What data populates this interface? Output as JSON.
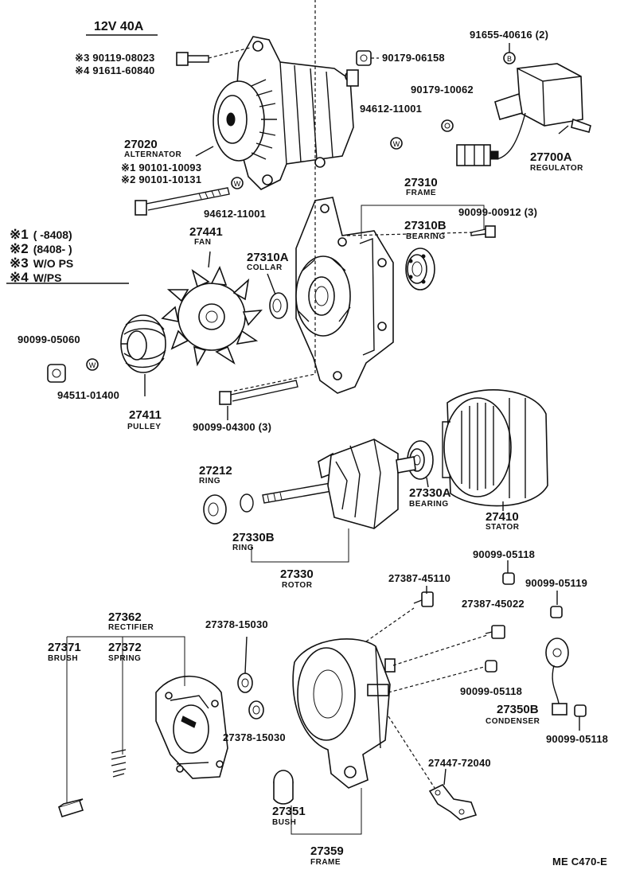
{
  "title": "12V 40A",
  "footer": "ME C470-E",
  "notes": [
    {
      "mark": "※1",
      "text": "(      -8408)"
    },
    {
      "mark": "※2",
      "text": "(8408-       )"
    },
    {
      "mark": "※3",
      "text": "W/O PS"
    },
    {
      "mark": "※4",
      "text": "W/PS"
    }
  ],
  "parts": {
    "p_90119_08023": "※3 90119-08023",
    "p_91611_60840": "※4 91611-60840",
    "p_90179_06158": "90179-06158",
    "p_91655_40616": "91655-40616 (2)",
    "p_90179_10062": "90179-10062",
    "p_94612_11001_a": "94612-11001",
    "p_27020": "27020",
    "n_27020": "ALTERNATOR",
    "p_90101_10093": "※1 90101-10093",
    "p_90101_10131": "※2 90101-10131",
    "p_27700A": "27700A",
    "n_27700A": "REGULATOR",
    "p_94612_11001_b": "94612-11001",
    "p_27310": "27310",
    "n_27310": "FRAME",
    "p_90099_00912": "90099-00912 (3)",
    "p_27310B": "27310B",
    "n_27310B": "BEARING",
    "p_27441": "27441",
    "n_27441": "FAN",
    "p_27310A": "27310A",
    "n_27310A": "COLLAR",
    "p_90099_05060": "90099-05060",
    "p_94511_01400": "94511-01400",
    "p_27411": "27411",
    "n_27411": "PULLEY",
    "p_90099_04300": "90099-04300 (3)",
    "p_27212": "27212",
    "n_27212": "RING",
    "p_27330A": "27330A",
    "n_27330A": "BEARING",
    "p_27410": "27410",
    "n_27410": "STATOR",
    "p_27330B": "27330B",
    "n_27330B": "RING",
    "p_27330": "27330",
    "n_27330": "ROTOR",
    "p_90099_05118_a": "90099-05118",
    "p_27387_45110": "27387-45110",
    "p_90099_05119": "90099-05119",
    "p_27387_45022": "27387-45022",
    "p_27362": "27362",
    "n_27362": "RECTIFIER",
    "p_27371": "27371",
    "n_27371": "BRUSH",
    "p_27372": "27372",
    "n_27372": "SPRING",
    "p_27378_15030_a": "27378-15030",
    "p_90099_05118_b": "90099-05118",
    "p_27350B": "27350B",
    "n_27350B": "CONDENSER",
    "p_90099_05118_c": "90099-05118",
    "p_27378_15030_b": "27378-15030",
    "p_27447_72040": "27447-72040",
    "p_27351": "27351",
    "n_27351": "BUSH",
    "p_27359": "27359",
    "n_27359": "FRAME",
    "w_mark": "W",
    "b_mark": "B"
  }
}
